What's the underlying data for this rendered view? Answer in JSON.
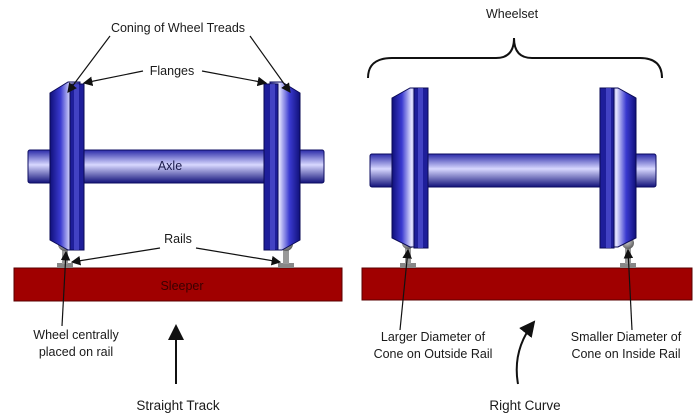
{
  "labels": {
    "coning": "Coning of Wheel Treads",
    "flanges": "Flanges",
    "axle": "Axle",
    "rails": "Rails",
    "sleeper": "Sleeper",
    "wheel_central_1": "Wheel centrally",
    "wheel_central_2": "placed on rail",
    "straight_track": "Straight Track",
    "wheelset": "Wheelset",
    "larger_1": "Larger Diameter of",
    "larger_2": "Cone on Outside Rail",
    "smaller_1": "Smaller Diameter of",
    "smaller_2": "Cone on Inside Rail",
    "right_curve": "Right Curve"
  },
  "colors": {
    "wheel_dark": "#10107a",
    "wheel_mid": "#3838c8",
    "wheel_light": "#e8e8ff",
    "sleeper": "#a00000",
    "rail": "#888888"
  }
}
